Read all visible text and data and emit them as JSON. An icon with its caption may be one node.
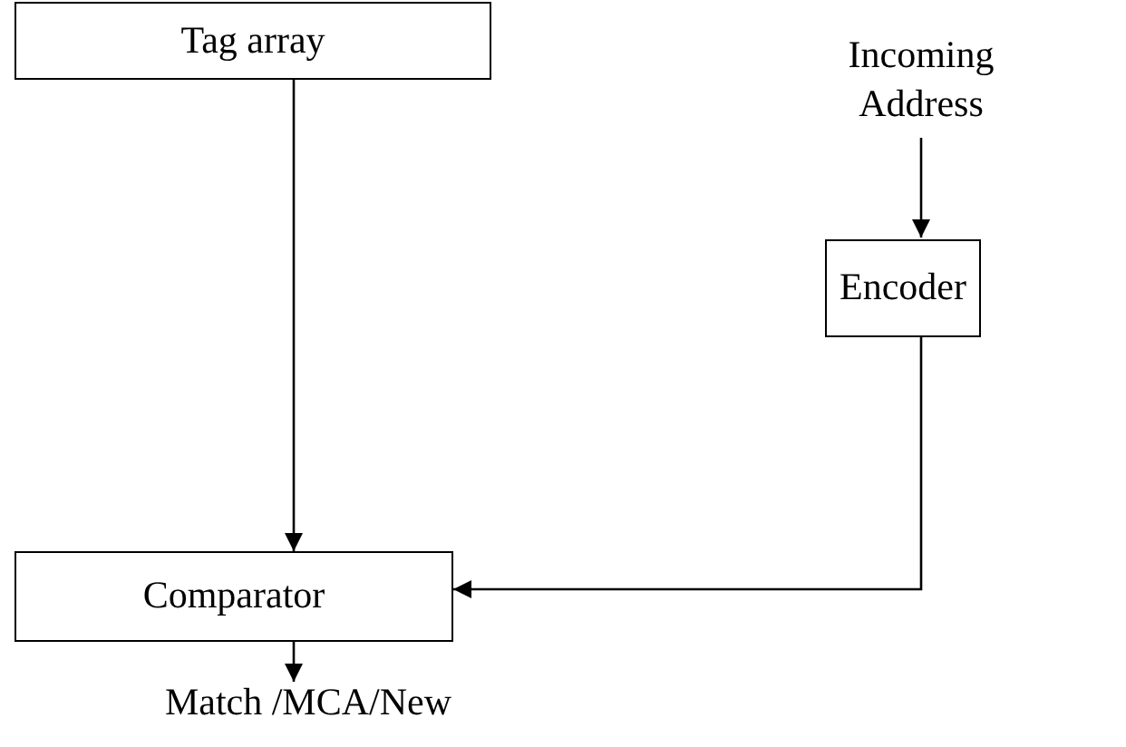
{
  "diagram": {
    "nodes": [
      {
        "text": [
          "Tag array"
        ]
      },
      {
        "text": [
          "Incoming Address"
        ]
      },
      {
        "text": [
          "Encoder"
        ]
      },
      {
        "text": [
          "Comparator"
        ]
      },
      {
        "text": [
          "Match /MCA/New"
        ]
      }
    ],
    "edges": [
      {
        "from": 0,
        "to": 3,
        "arrow": "to"
      },
      {
        "from": 1,
        "to": 2,
        "arrow": "to"
      },
      {
        "from": 2,
        "to": 3,
        "arrow": "to"
      },
      {
        "from": 3,
        "to": 4,
        "arrow": "to"
      }
    ]
  }
}
